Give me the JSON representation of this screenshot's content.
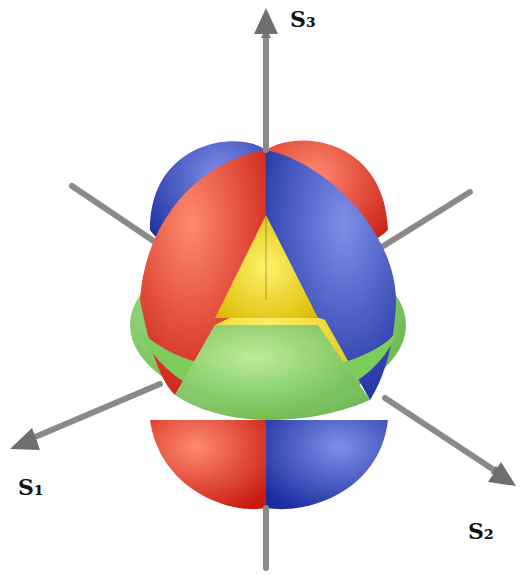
{
  "diagram": {
    "labels": [
      "S₃",
      "S₁",
      "S₂"
    ]
  }
}
